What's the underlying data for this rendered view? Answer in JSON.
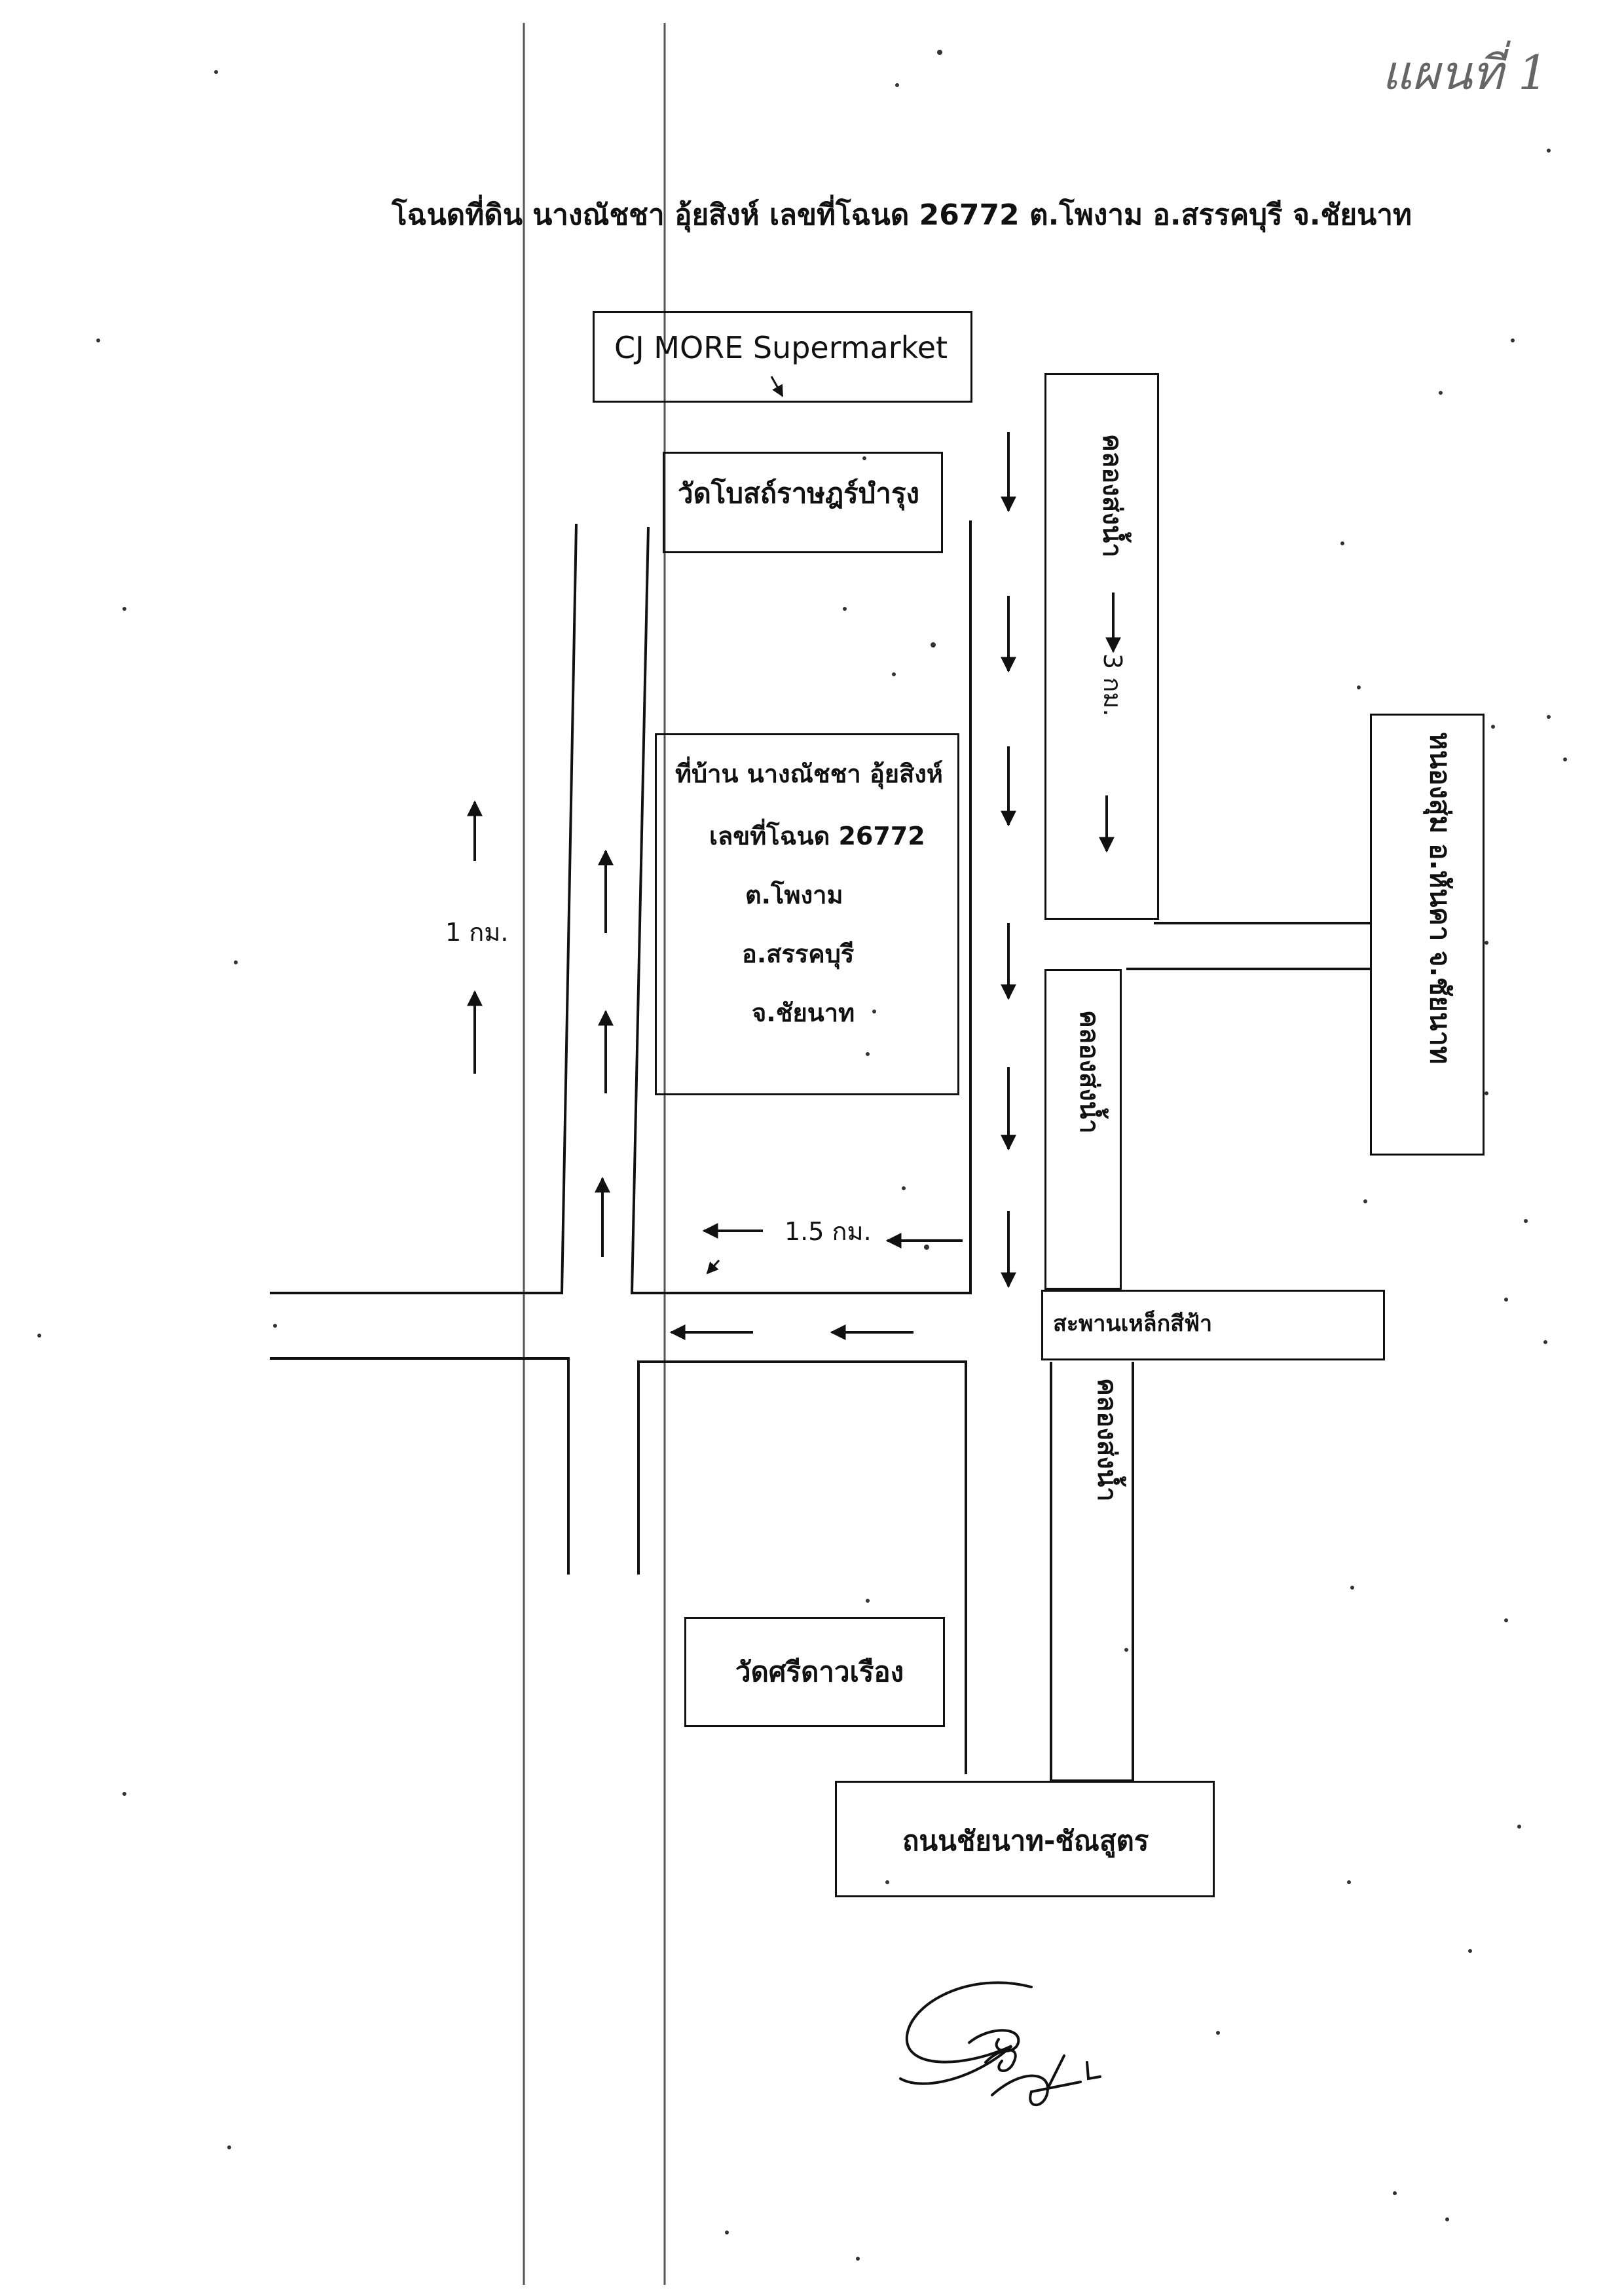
{
  "document": {
    "title": "โฉนดที่ดิน นางณัชชา อุ้ยสิงห์ เลขที่โฉนด 26772  ต.โพงาม อ.สรรคบุรี จ.ชัยนาท",
    "corner_note": "แผนที่ 1"
  },
  "map": {
    "places": {
      "supermarket": "CJ MORE Supermarket",
      "temple_north": "วัดโบสถ์ราษฎร์บำรุง",
      "temple_south": "วัดศรีดาวเรือง",
      "bridge": "สะพานเหล็กสีฟ้า",
      "highway": "ถนนชัยนาท-ชัณสูตร",
      "village": "หนองสุ่ม อ.หันคา จ.ชัยนาท"
    },
    "property": {
      "line1": "ที่บ้าน นางณัชชา อุ้ยสิงห์",
      "line2": "เลขที่โฉนด 26772",
      "line3": "ต.โพงาม",
      "line4": "อ.สรรคบุรี",
      "line5": "จ.ชัยนาท"
    },
    "canals": {
      "upper": "คลองส่งน้ำ",
      "middle": "คลองส่งน้ำ",
      "lower": "คลองส่งน้ำ"
    },
    "distances": {
      "left_road": "1 กม.",
      "mid_road": "1.5 กม.",
      "canal_road": "3 กม."
    }
  },
  "colors": {
    "ink": "#111111",
    "paper": "#ffffff"
  }
}
